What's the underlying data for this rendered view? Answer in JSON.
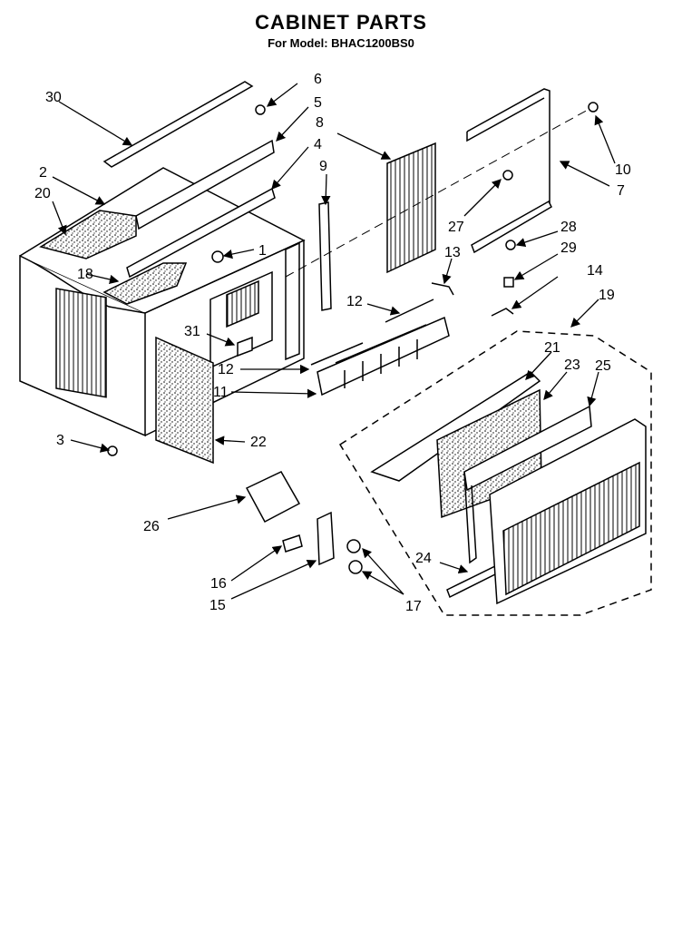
{
  "header": {
    "title": "CABINET PARTS",
    "subtitle": "For Model: BHAC1200BS0"
  },
  "callouts": [
    "1",
    "2",
    "3",
    "4",
    "5",
    "6",
    "7",
    "8",
    "9",
    "10",
    "11",
    "12",
    "12",
    "13",
    "14",
    "15",
    "16",
    "17",
    "18",
    "19",
    "20",
    "21",
    "22",
    "23",
    "24",
    "25",
    "26",
    "27",
    "28",
    "29",
    "30",
    "31"
  ]
}
